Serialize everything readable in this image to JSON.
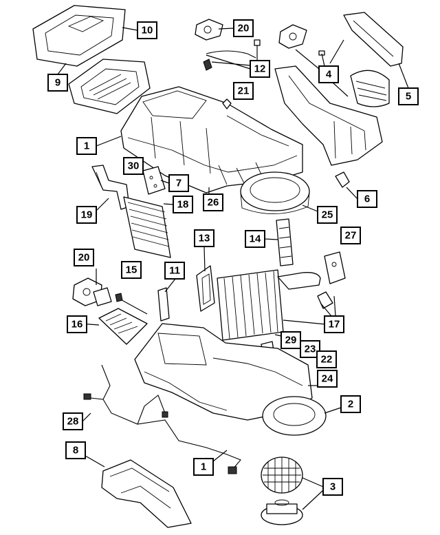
{
  "callouts": [
    {
      "id": "c10",
      "label": "10"
    },
    {
      "id": "c9",
      "label": "9"
    },
    {
      "id": "c20a",
      "label": "20"
    },
    {
      "id": "c12",
      "label": "12"
    },
    {
      "id": "c21",
      "label": "21"
    },
    {
      "id": "c4",
      "label": "4"
    },
    {
      "id": "c5",
      "label": "5"
    },
    {
      "id": "c1a",
      "label": "1"
    },
    {
      "id": "c30",
      "label": "30"
    },
    {
      "id": "c7",
      "label": "7"
    },
    {
      "id": "c6",
      "label": "6"
    },
    {
      "id": "c19",
      "label": "19"
    },
    {
      "id": "c18",
      "label": "18"
    },
    {
      "id": "c26",
      "label": "26"
    },
    {
      "id": "c25",
      "label": "25"
    },
    {
      "id": "c13",
      "label": "13"
    },
    {
      "id": "c14",
      "label": "14"
    },
    {
      "id": "c27",
      "label": "27"
    },
    {
      "id": "c20b",
      "label": "20"
    },
    {
      "id": "c15",
      "label": "15"
    },
    {
      "id": "c11",
      "label": "11"
    },
    {
      "id": "c16",
      "label": "16"
    },
    {
      "id": "c17",
      "label": "17"
    },
    {
      "id": "c29",
      "label": "29"
    },
    {
      "id": "c23",
      "label": "23"
    },
    {
      "id": "c22",
      "label": "22"
    },
    {
      "id": "c24",
      "label": "24"
    },
    {
      "id": "c2",
      "label": "2"
    },
    {
      "id": "c28",
      "label": "28"
    },
    {
      "id": "c8",
      "label": "8"
    },
    {
      "id": "c1b",
      "label": "1"
    },
    {
      "id": "c3",
      "label": "3"
    }
  ]
}
